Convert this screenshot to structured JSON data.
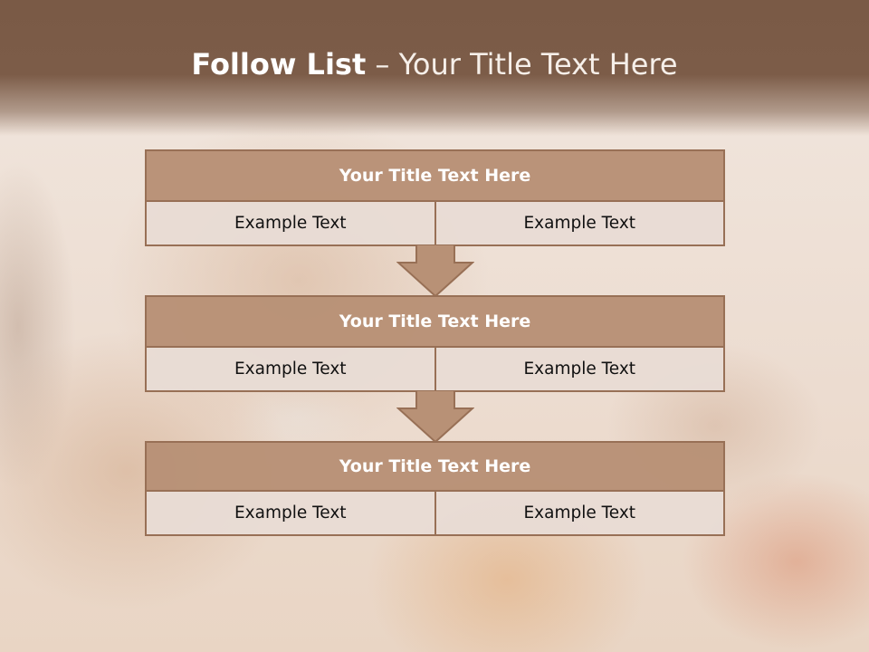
{
  "slide": {
    "title_bold": "Follow List",
    "title_rest": " – Your Title Text Here"
  },
  "colors": {
    "header_brown": "#7a5a46",
    "box_title_fill": "#b89176",
    "box_border": "#987056",
    "row_fill": "#e8dcd4"
  },
  "blocks": [
    {
      "title": "Your Title Text Here",
      "left": "Example Text",
      "right": "Example Text"
    },
    {
      "title": "Your Title Text Here",
      "left": "Example Text",
      "right": "Example Text"
    },
    {
      "title": "Your Title Text Here",
      "left": "Example Text",
      "right": "Example Text"
    }
  ],
  "connectors": [
    "arrow-down-icon",
    "arrow-down-icon"
  ]
}
